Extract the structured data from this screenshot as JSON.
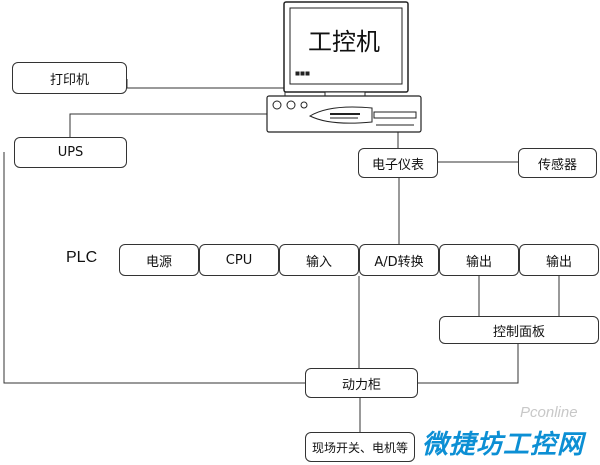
{
  "computer": {
    "label": "工控机"
  },
  "peripherals": {
    "printer": "打印机",
    "ups": "UPS"
  },
  "instruments": {
    "meter": "电子仪表",
    "sensor": "传感器"
  },
  "plc": {
    "label": "PLC",
    "modules": [
      "电源",
      "CPU",
      "输入",
      "A/D转换",
      "输出",
      "输出"
    ]
  },
  "control_panel": "控制面板",
  "power_cabinet": "动力柜",
  "field": "现场开关、电机等",
  "watermark": {
    "site": "Pconline",
    "text": "微捷坊工控网"
  }
}
